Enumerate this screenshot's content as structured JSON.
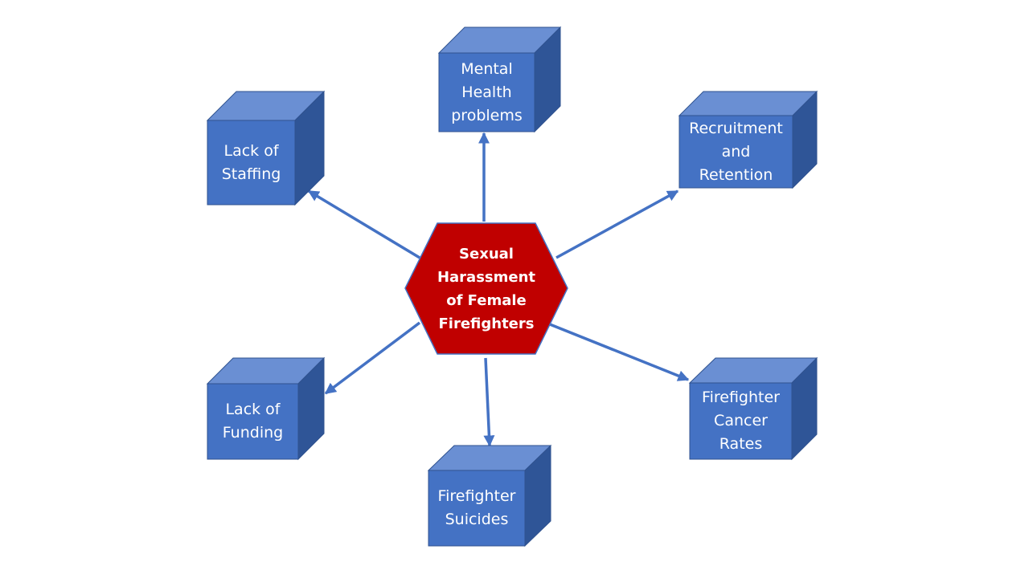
{
  "colors": {
    "cube_front": "#4472C4",
    "cube_top": "#6A8FD3",
    "cube_side": "#2F5597",
    "cube_border": "#2F528F",
    "hub_fill": "#C00000",
    "hub_border": "#4472C4",
    "arrow": "#4472C4",
    "text": "#FFFFFF"
  },
  "hub": {
    "label": "Sexual\nHarassment\nof Female\nFirefighters"
  },
  "nodes": {
    "mental_health": {
      "label": "Mental\nHealth\nproblems"
    },
    "lack_of_staffing": {
      "label": "Lack of\nStaffing"
    },
    "recruitment_retention": {
      "label": "Recruitment\nand\nRetention"
    },
    "lack_of_funding": {
      "label": "Lack of\nFunding"
    },
    "firefighter_cancer_rates": {
      "label": "Firefighter\nCancer\nRates"
    },
    "firefighter_suicides": {
      "label": "Firefighter\nSuicides"
    }
  }
}
